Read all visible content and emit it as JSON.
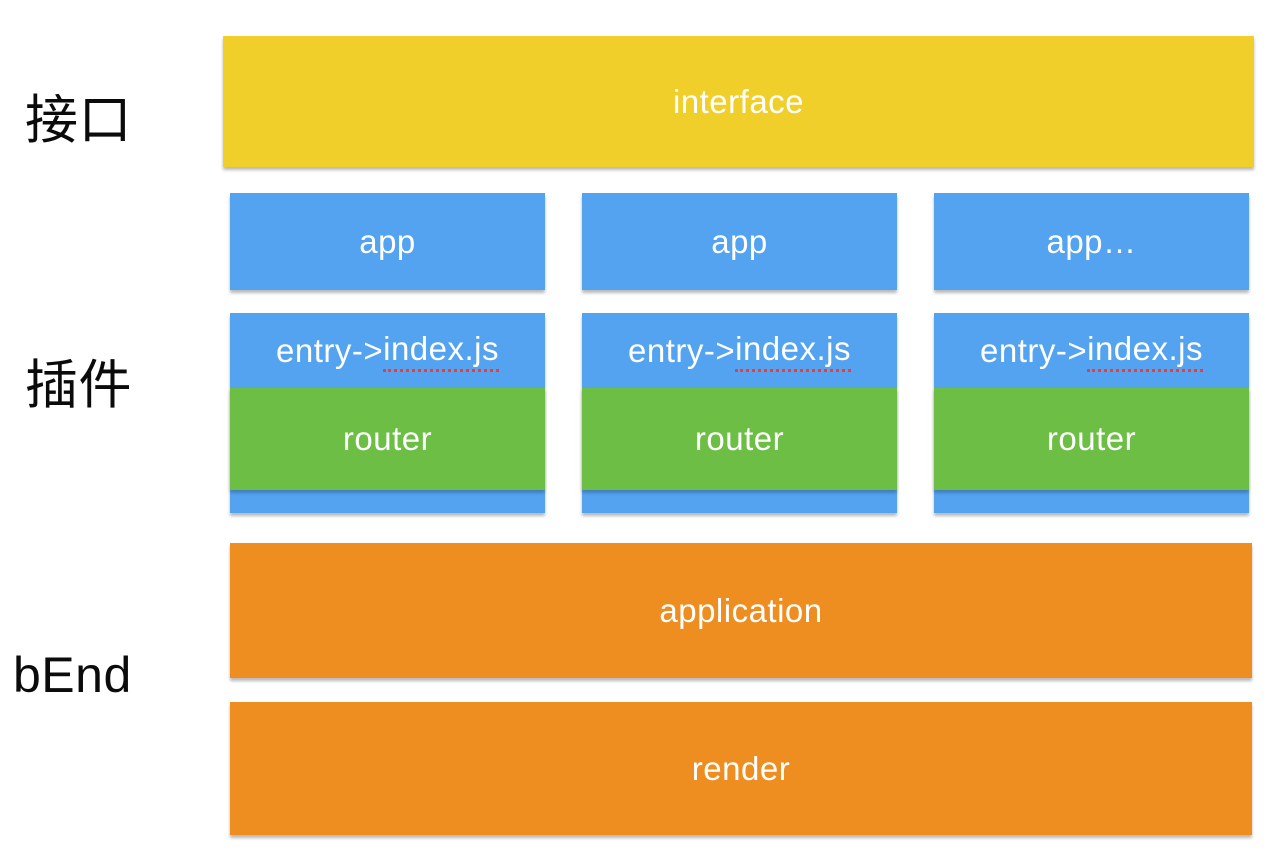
{
  "colors": {
    "interface_yellow": "#F0CF2B",
    "app_blue": "#54A3F1",
    "router_green": "#6CBE45",
    "backend_orange": "#EE8E20",
    "side_label_black": "#0B0B0B",
    "box_text_white": "#FFFFFF",
    "spellcheck_red": "#EC3E36"
  },
  "side_labels": {
    "interface_zh": "接口",
    "plugin_zh": "插件",
    "backend": "bEnd"
  },
  "interface_bar": {
    "label": "interface"
  },
  "app_row": [
    {
      "label": "app"
    },
    {
      "label": "app"
    },
    {
      "label": "app…"
    }
  ],
  "plugin_stacks": [
    {
      "entry_prefix": "entry->",
      "entry_file": "index.js",
      "router": "router"
    },
    {
      "entry_prefix": "entry->",
      "entry_file": "index.js",
      "router": "router"
    },
    {
      "entry_prefix": "entry->",
      "entry_file": "index.js",
      "router": "router"
    }
  ],
  "backend_bars": {
    "application": {
      "label": "application"
    },
    "render": {
      "label": "render"
    }
  }
}
